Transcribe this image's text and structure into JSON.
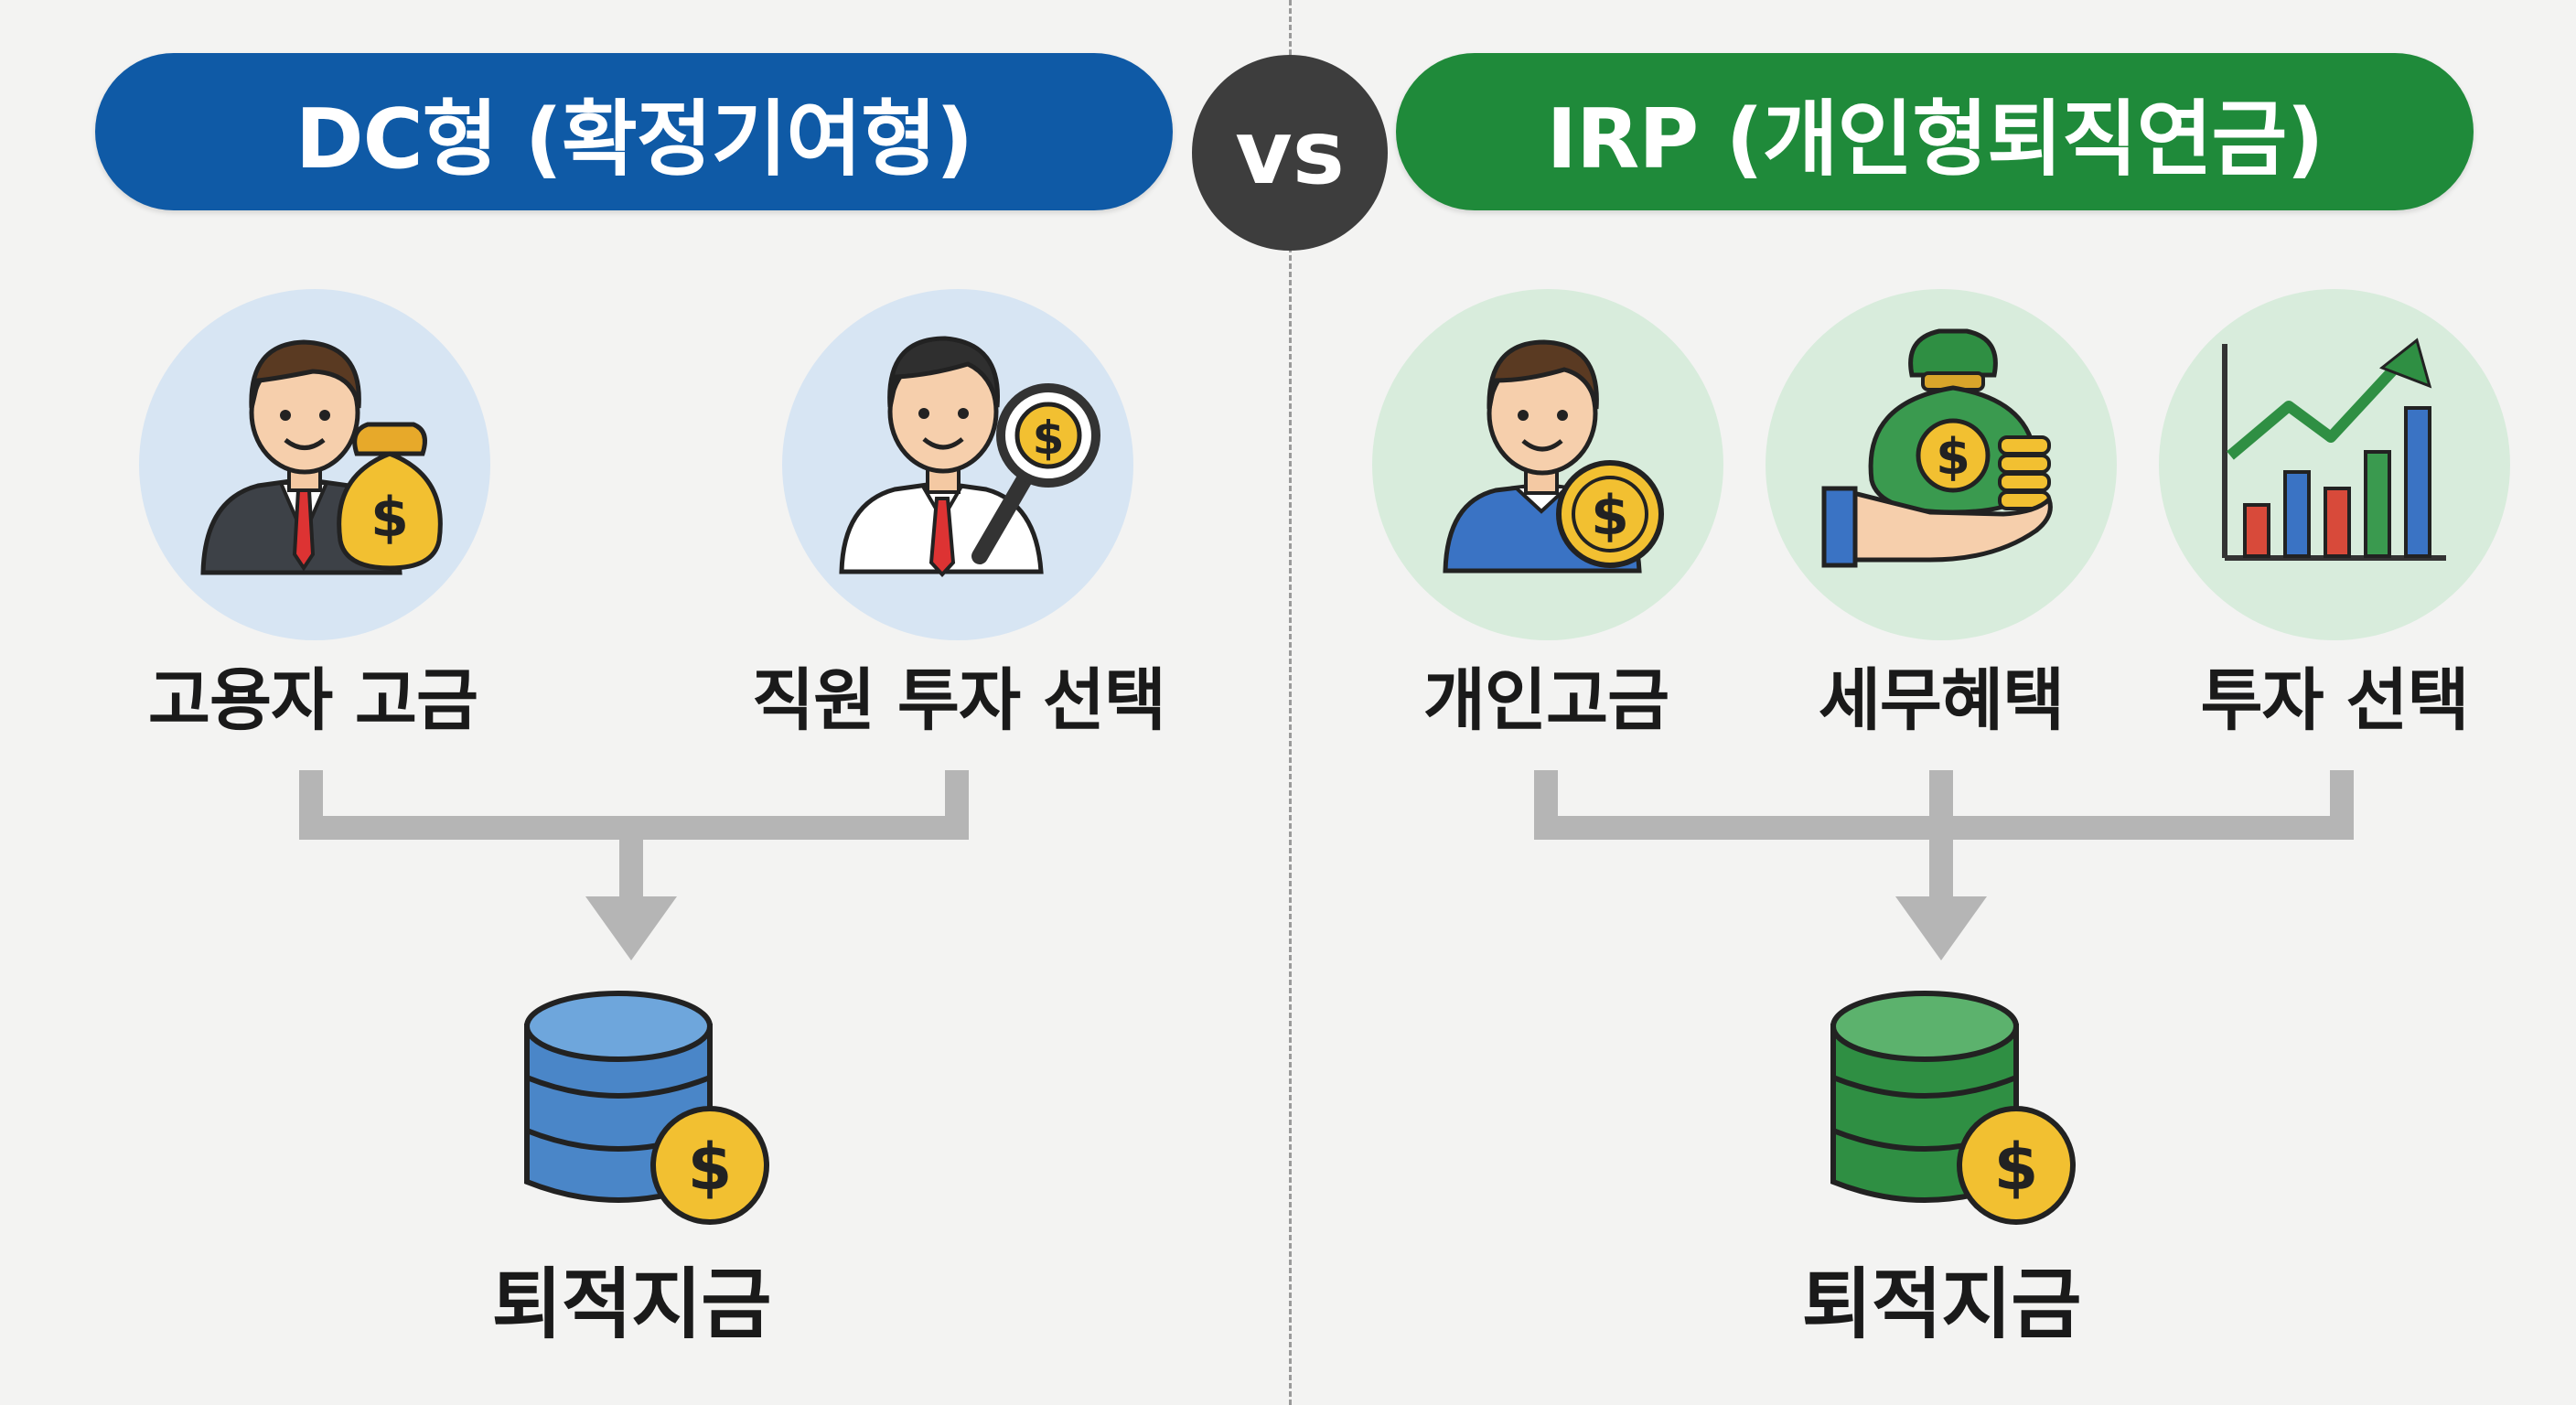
{
  "left": {
    "header": "DC형 (확정기여형)",
    "items": [
      "고용자 고금",
      "직원 투자 선택"
    ],
    "result": "퇴적지금"
  },
  "vs": "vs",
  "right": {
    "header": "IRP (개인형퇴직연금)",
    "items": [
      "개인고금",
      "세무혜택",
      "투자 선택"
    ],
    "result": "퇴적지금"
  },
  "colors": {
    "dc_blue": "#0f5aa6",
    "irp_green": "#1f8a3a",
    "vs_dark": "#3d3d3d",
    "arrow_gray": "#b5b5b5",
    "coin_gold": "#f2c031"
  }
}
